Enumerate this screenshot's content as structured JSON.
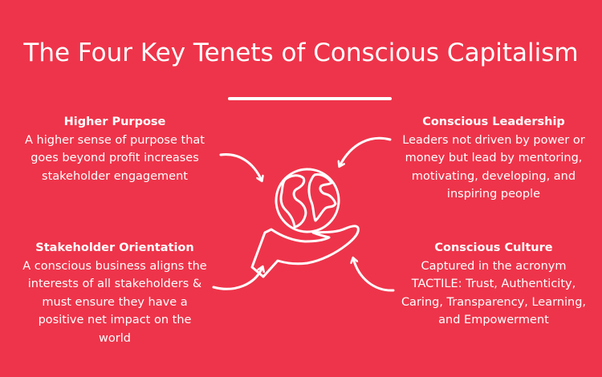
{
  "title": "The Four Key Tenets of Conscious Capitalism",
  "tenets": [
    {
      "heading": "Higher Purpose",
      "lines": [
        "A higher sense of purpose that",
        "goes beyond profit increases",
        "stakeholder engagement"
      ]
    },
    {
      "heading": "Conscious Leadership",
      "lines": [
        "Leaders not driven by power or",
        "money but lead by mentoring,",
        "motivating, developing, and",
        "inspiring people"
      ]
    },
    {
      "heading": "Stakeholder Orientation",
      "lines": [
        "A conscious business aligns the",
        "interests of all stakeholders &",
        "must ensure they have a",
        "positive net impact on the",
        "world"
      ]
    },
    {
      "heading": "Conscious Culture",
      "lines": [
        "Captured in the acronym",
        "TACTILE: Trust, Authenticity,",
        "Caring, Transparency, Learning,",
        "and Empowerment"
      ]
    }
  ],
  "colors": {
    "background": "#EE344A",
    "foreground": "#FFFFFF"
  },
  "icons": [
    "globe-in-hand-icon",
    "curved-arrow-icon"
  ]
}
